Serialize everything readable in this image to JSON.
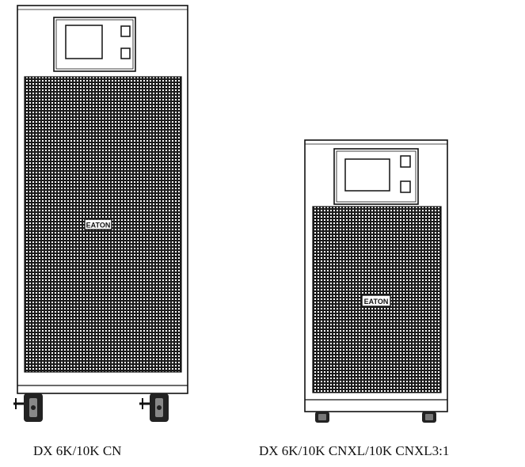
{
  "figure": {
    "units": [
      {
        "caption": "DX 6K/10K CN",
        "logo_text": "EATON",
        "has_side_wheel_brackets": true
      },
      {
        "caption": "DX 6K/10K CNXL/10K CNXL3:1",
        "logo_text": "EATON",
        "has_side_wheel_brackets": false
      }
    ],
    "colors": {
      "outline": "#111111",
      "grille": "#1a1a1a",
      "grille_hole": "#ffffff",
      "background": "#ffffff"
    }
  }
}
